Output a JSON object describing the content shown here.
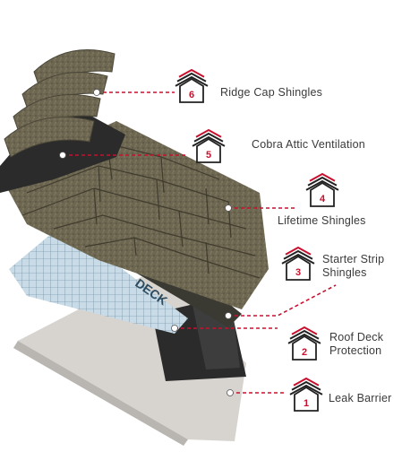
{
  "layers": [
    {
      "number": "6",
      "label": "Ridge Cap Shingles",
      "accent": "#c8102e"
    },
    {
      "number": "5",
      "label": "Cobra Attic Ventilation",
      "accent": "#c8102e"
    },
    {
      "number": "4",
      "label": "Lifetime Shingles",
      "accent": "#c8102e"
    },
    {
      "number": "3",
      "label_line1": "Starter Strip",
      "label_line2": "Shingles",
      "accent": "#c8102e"
    },
    {
      "number": "2",
      "label_line1": "Roof Deck",
      "label_line2": "Protection",
      "accent": "#c8102e"
    },
    {
      "number": "1",
      "label": "Leak Barrier",
      "accent": "#c8102e"
    }
  ],
  "deck_text": "DECK",
  "colors": {
    "accent": "#c8102e",
    "icon_line": "#222222",
    "shingle": "#6b654f",
    "plywood": "#d9d6d2"
  }
}
